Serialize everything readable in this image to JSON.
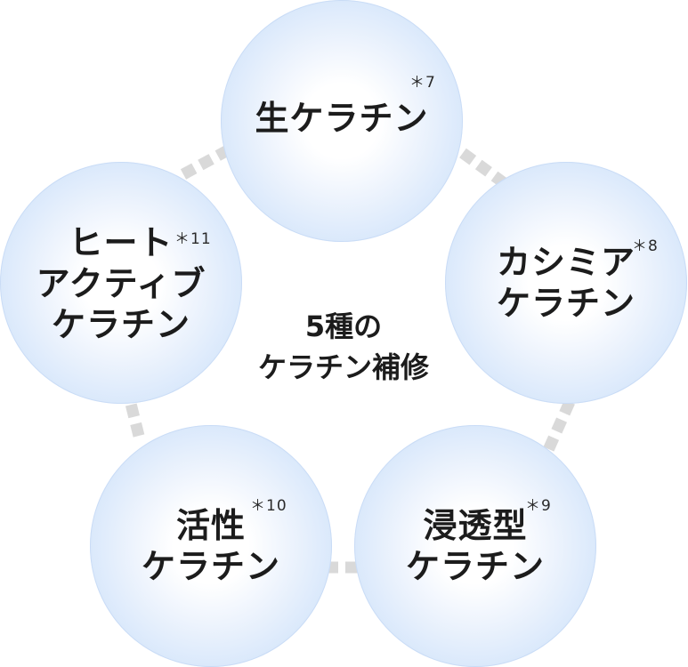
{
  "center": {
    "line1": "5種の",
    "line2": "ケラチン補修"
  },
  "bubbles": [
    {
      "id": "nama",
      "lines": [
        "生ケラチン"
      ],
      "note": "＊7"
    },
    {
      "id": "cashmere",
      "lines": [
        "カシミア",
        "ケラチン"
      ],
      "note": "＊8"
    },
    {
      "id": "shinto",
      "lines": [
        "浸透型",
        "ケラチン"
      ],
      "note": "＊9"
    },
    {
      "id": "kassei",
      "lines": [
        "活性",
        "ケラチン"
      ],
      "note": "＊10"
    },
    {
      "id": "heat",
      "lines": [
        "ヒート",
        "アクティブ",
        "ケラチン"
      ],
      "note": "＊11"
    }
  ],
  "colors": {
    "connector": "#d9d9d9",
    "bubble_edge": "#c6dbf7",
    "text": "#1c1c1c"
  }
}
